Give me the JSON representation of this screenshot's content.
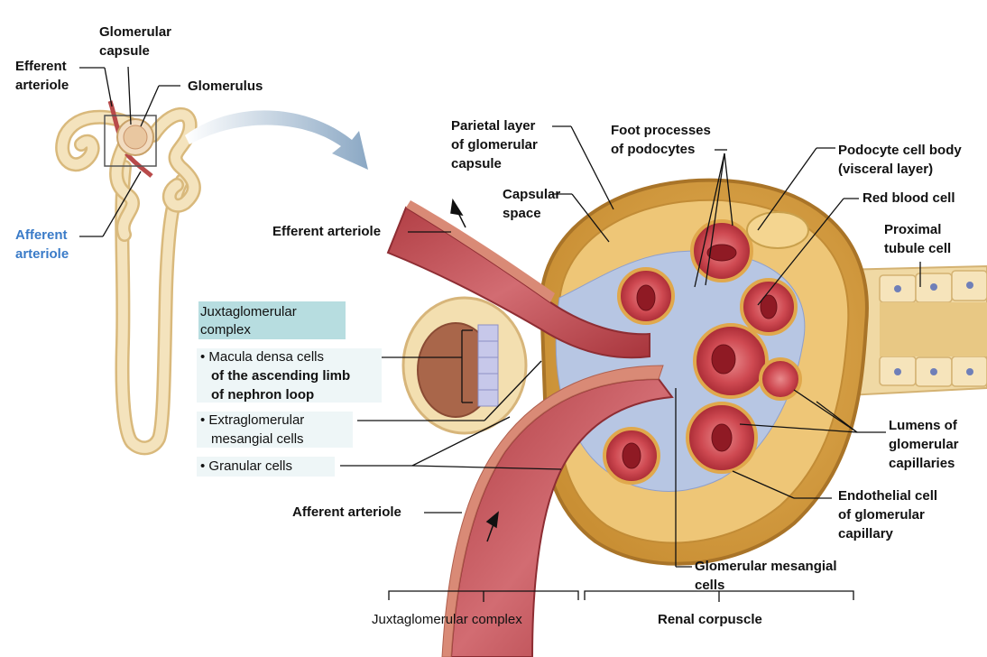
{
  "nephron_labels": {
    "efferent": [
      "Efferent",
      "arteriole"
    ],
    "glomerular_capsule": [
      "Glomerular",
      "capsule"
    ],
    "glomerulus": "Glomerulus",
    "afferent": [
      "Afferent",
      "arteriole"
    ]
  },
  "corpuscle_labels": {
    "parietal": [
      "Parietal layer",
      "of glomerular",
      "capsule"
    ],
    "foot_processes": [
      "Foot processes",
      "of podocytes"
    ],
    "podocyte_body": [
      "Podocyte cell body",
      "(visceral layer)"
    ],
    "capsular_space": [
      "Capsular",
      "space"
    ],
    "red_blood_cell": "Red blood cell",
    "proximal_tubule": [
      "Proximal",
      "tubule cell"
    ],
    "efferent_arteriole": "Efferent arteriole",
    "lumens": [
      "Lumens of",
      "glomerular",
      "capillaries"
    ],
    "endothelial": [
      "Endothelial cell",
      "of glomerular",
      "capillary"
    ],
    "afferent_arteriole": "Afferent arteriole",
    "mesangial": [
      "Glomerular mesangial",
      "cells"
    ]
  },
  "juxtaglomerular": {
    "title": [
      "Juxtaglomerular",
      "complex"
    ],
    "macula": [
      "• Macula densa cells",
      "of the ascending limb",
      "of nephron loop"
    ],
    "extraglomerular": [
      "• Extraglomerular",
      "mesangial cells"
    ],
    "granular": "• Granular cells"
  },
  "brackets": {
    "left": "Juxtaglomerular complex",
    "right": "Renal corpuscle"
  },
  "colors": {
    "tubule": "#f1dcae",
    "tubule_edge": "#d9b97c",
    "arteriole": "#b84a4a",
    "arteriole_lumen": "#c8656a",
    "capsule": "#d8a44a",
    "capsule_dark": "#b07c2c",
    "capillary": "#c23b44",
    "mesangial": "#aebfe0",
    "afferent_blue": "#3a7bc8",
    "jg_box": "#b7dde0"
  }
}
